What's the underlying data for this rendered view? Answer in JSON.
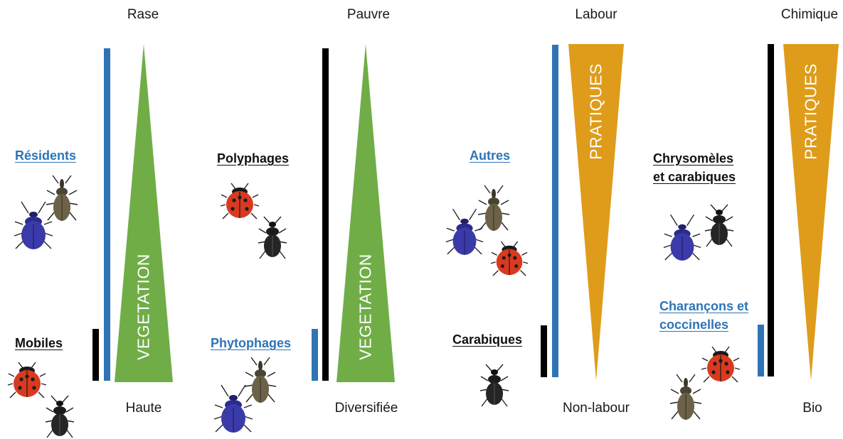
{
  "colors": {
    "blue": "#2e74b5",
    "black": "#000000",
    "vegetation_green": "#70ad47",
    "pratiques_orange": "#df9c1a",
    "beetle_blue": "#3a3aa8",
    "beetle_red": "#d93a1f",
    "beetle_brown": "#6b6248"
  },
  "panels": [
    {
      "top_label": "Rase",
      "bottom_label": "Haute",
      "wedge_label": "VEGETATION",
      "groups": [
        {
          "label": "Résidents",
          "color": "blue",
          "beetles": [
            "blue-beetle-icon",
            "brown-weevil-icon"
          ]
        },
        {
          "label": "Mobiles",
          "color": "black",
          "beetles": [
            "ladybird-icon",
            "black-ground-beetle-icon"
          ]
        }
      ]
    },
    {
      "top_label": "Pauvre",
      "bottom_label": "Diversifiée",
      "wedge_label": "VEGETATION",
      "groups": [
        {
          "label": "Polyphages",
          "color": "black",
          "beetles": [
            "ladybird-icon",
            "black-ground-beetle-icon"
          ]
        },
        {
          "label": "Phytophages",
          "color": "blue",
          "beetles": [
            "blue-beetle-icon",
            "brown-weevil-icon"
          ]
        }
      ]
    },
    {
      "top_label": "Labour",
      "bottom_label": "Non-labour",
      "wedge_label": "PRATIQUES",
      "groups": [
        {
          "label": "Autres",
          "color": "blue",
          "beetles": [
            "blue-beetle-icon",
            "brown-weevil-icon",
            "ladybird-icon"
          ]
        },
        {
          "label": "Carabiques",
          "color": "black",
          "beetles": [
            "black-ground-beetle-icon"
          ]
        }
      ]
    },
    {
      "top_label": "Chimique",
      "bottom_label": "Bio",
      "wedge_label": "PRATIQUES",
      "groups": [
        {
          "label_lines": [
            "Chrysomèles",
            "et carabiques"
          ],
          "color": "black",
          "beetles": [
            "blue-beetle-icon",
            "black-ground-beetle-icon"
          ]
        },
        {
          "label_lines": [
            "Charançons et",
            "coccinelles"
          ],
          "color": "blue",
          "beetles": [
            "ladybird-icon",
            "brown-weevil-icon"
          ]
        }
      ]
    }
  ]
}
